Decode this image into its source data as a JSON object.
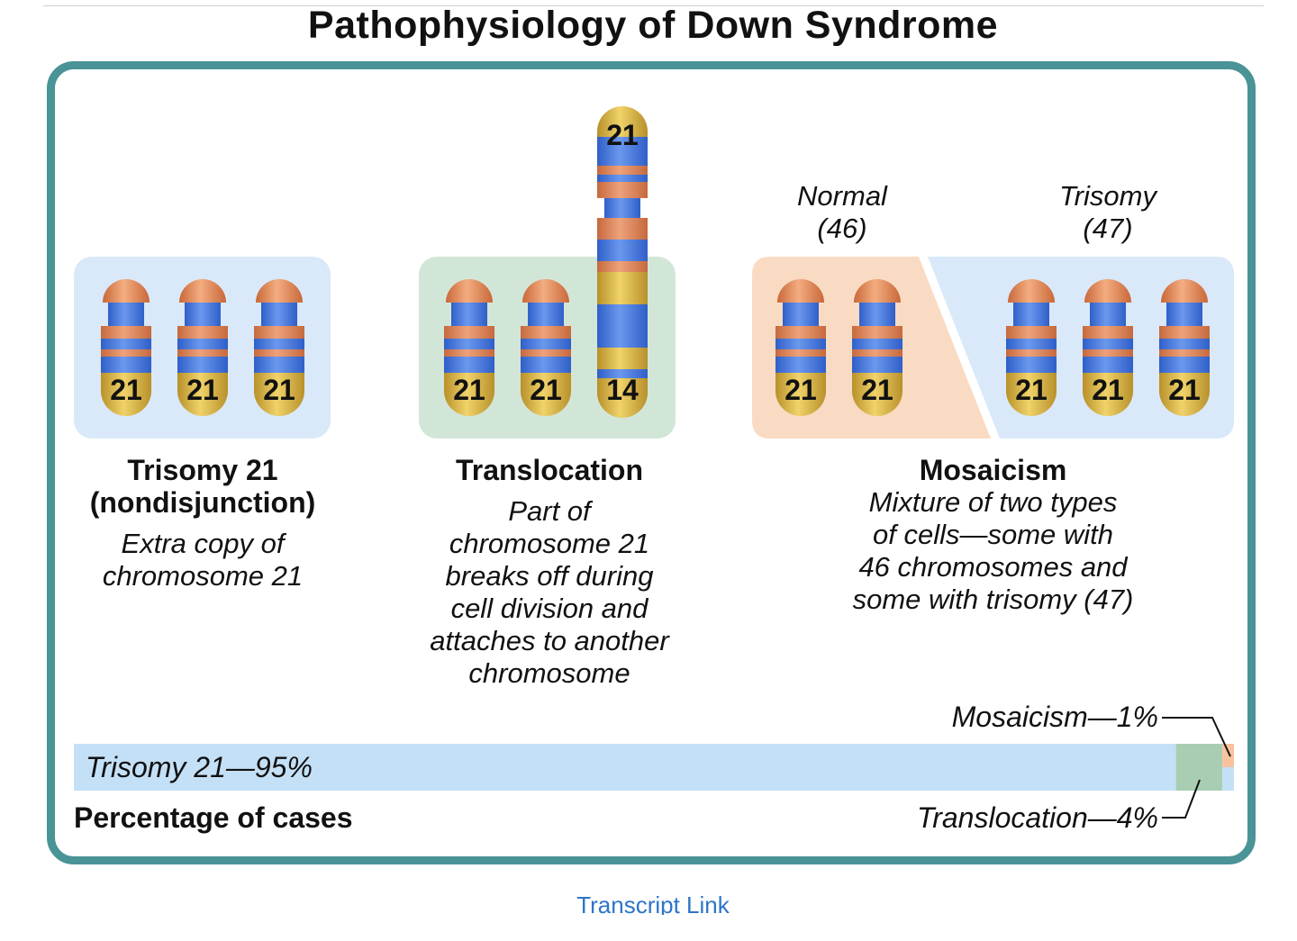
{
  "page_title": "Pathophysiology of Down Syndrome",
  "colors": {
    "frame": "#4a9397",
    "trisomy_bg": "#d9e9f9",
    "translocation_bg": "#d2e6d8",
    "mosaic_normal_bg": "#f9dbc4",
    "chromosome_band_blue": "#3c74dc",
    "chromosome_band_orange": "#de8a5a",
    "chromosome_gold": "#d6b13e",
    "bar_trisomy": "#c4e0f6",
    "bar_translocation": "#a9cdb2",
    "bar_mosaicism": "#f7c29c"
  },
  "types": {
    "trisomy": {
      "title_line1": "Trisomy 21",
      "title_line2": "(nondisjunction)",
      "desc_line1": "Extra copy of",
      "desc_line2": "chromosome 21",
      "chromosome_labels": [
        "21",
        "21",
        "21"
      ]
    },
    "translocation": {
      "title": "Translocation",
      "desc_line1": "Part of",
      "desc_line2": "chromosome 21",
      "desc_line3": "breaks off during",
      "desc_line4": "cell division and",
      "desc_line5": "attaches to another",
      "desc_line6": "chromosome",
      "chromosome_labels": [
        "21",
        "21"
      ],
      "fused_top_label": "21",
      "fused_bottom_label": "14"
    },
    "mosaicism": {
      "title": "Mosaicism",
      "desc_line1": "Mixture of two types",
      "desc_line2": "of cells—some with",
      "desc_line3": "46 chromosomes and",
      "desc_line4": "some with trisomy (47)",
      "normal_label": "Normal",
      "normal_count": "(46)",
      "trisomy_label": "Trisomy",
      "trisomy_count": "(47)",
      "normal_chromosome_labels": [
        "21",
        "21"
      ],
      "trisomy_chromosome_labels": [
        "21",
        "21",
        "21"
      ]
    }
  },
  "percentages": {
    "label": "Percentage of cases",
    "trisomy_text": "Trisomy 21—95%",
    "translocation_text": "Translocation—4%",
    "mosaicism_text": "Mosaicism—1%",
    "trisomy_pct": 95,
    "translocation_pct": 4,
    "mosaicism_pct": 1
  },
  "transcript_link": "Transcript Link"
}
